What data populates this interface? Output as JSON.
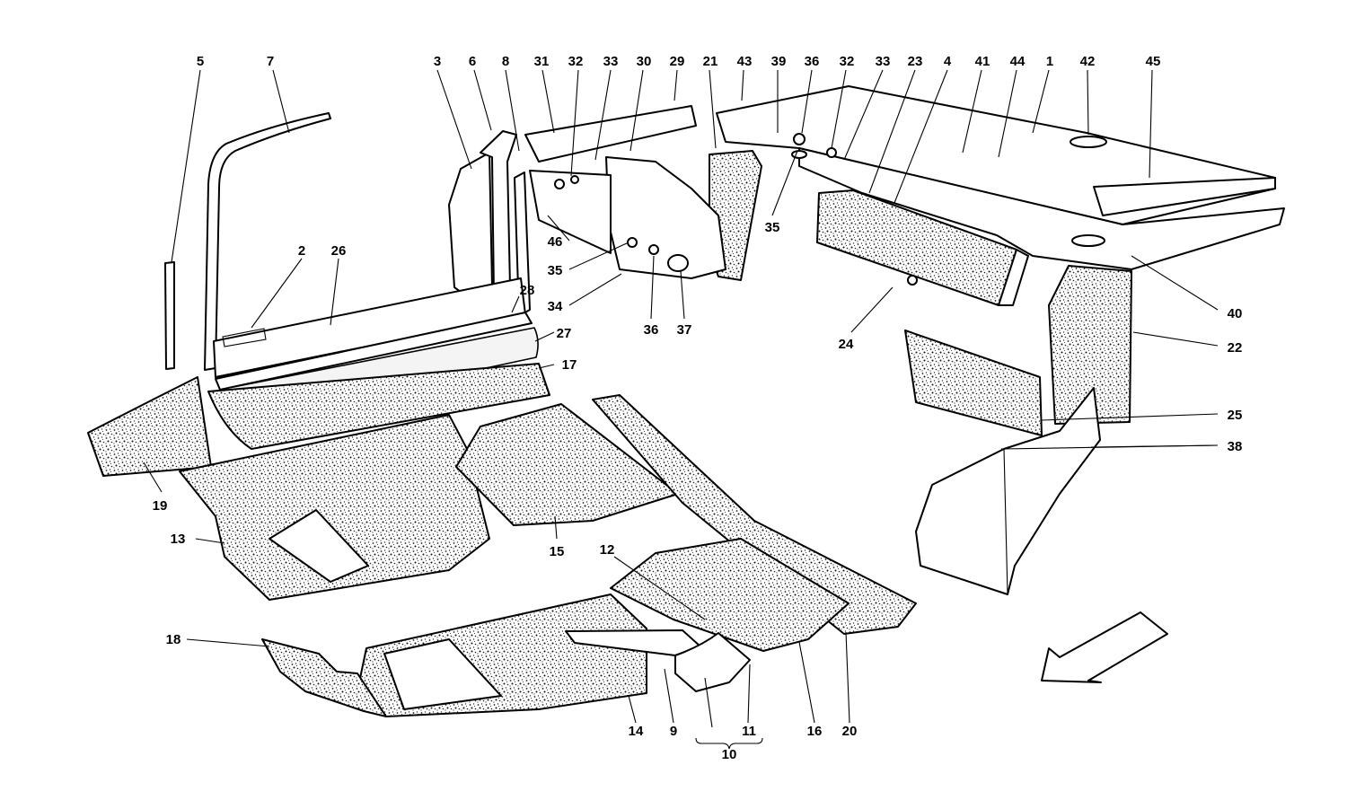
{
  "diagram": {
    "callouts": {
      "c1": "1",
      "c2": "2",
      "c3": "3",
      "c4": "4",
      "c5": "5",
      "c6": "6",
      "c7": "7",
      "c8": "8",
      "c9": "9",
      "c10": "10",
      "c11": "11",
      "c12": "12",
      "c13": "13",
      "c14": "14",
      "c15": "15",
      "c16": "16",
      "c17": "17",
      "c18": "18",
      "c19": "19",
      "c20": "20",
      "c21": "21",
      "c22": "22",
      "c23": "23",
      "c24": "24",
      "c25": "25",
      "c26": "26",
      "c27": "27",
      "c28": "28",
      "c29": "29",
      "c30": "30",
      "c31": "31",
      "c32": "32",
      "c33": "33",
      "c34": "34",
      "c35": "35",
      "c36": "36",
      "c37": "37",
      "c38": "38",
      "c39": "39",
      "c40": "40",
      "c41": "41",
      "c42": "42",
      "c43": "43",
      "c44": "44",
      "c45": "45",
      "c46": "46"
    },
    "direction_arrow": "large-direction-arrow-icon"
  }
}
